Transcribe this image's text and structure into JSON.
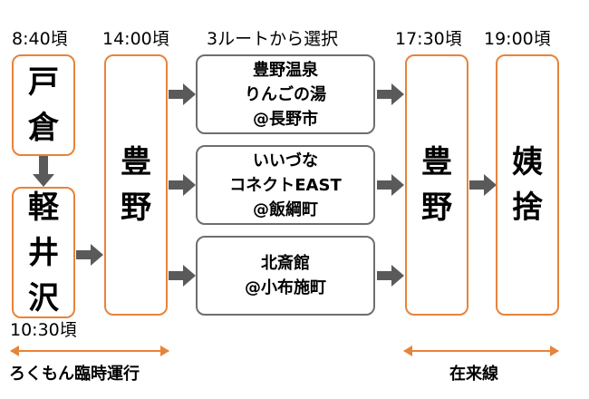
{
  "times": {
    "t1": "8:40頃",
    "t2": "14:00頃",
    "choose": "3ルートから選択",
    "t3": "17:30頃",
    "t4": "19:00頃",
    "t5": "10:30頃"
  },
  "stations": {
    "toguchi": [
      "戸",
      "倉"
    ],
    "karuizawa": [
      "軽",
      "井",
      "沢"
    ],
    "toyono1": [
      "豊",
      "野"
    ],
    "toyono2": [
      "豊",
      "野"
    ],
    "obasute": [
      "姨",
      "捨"
    ]
  },
  "routes": [
    {
      "lines": [
        "豊野温泉",
        "りんごの湯",
        "@長野市"
      ]
    },
    {
      "lines": [
        "いいづな",
        "コネクトEAST",
        "@飯綱町"
      ]
    },
    {
      "lines": [
        "北斎館",
        "@小布施町"
      ]
    }
  ],
  "captions": {
    "left": "ろくもん臨時運行",
    "right": "在来線"
  },
  "colors": {
    "accent": "#E8833A",
    "route_border": "#6E6E6E",
    "arrow": "#5A5A5A"
  }
}
